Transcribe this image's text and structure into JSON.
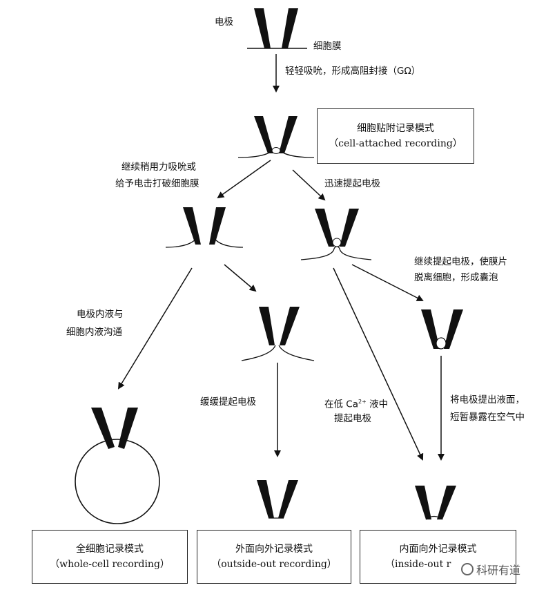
{
  "labels": {
    "electrode": "电极",
    "membrane": "细胞膜",
    "gentle_suction": "轻轻吸吮，形成高阻封接（GΩ）",
    "break_line1": "继续稍用力吸吮或",
    "break_line2": "给予电击打破细胞膜",
    "lift_fast": "迅速提起电极",
    "continue_line1": "继续提起电极，使膜片",
    "continue_line2": "脱离细胞，形成囊泡",
    "fluid_line1": "电极内液与",
    "fluid_line2": "细胞内液沟通",
    "slow_lift": "缓缓提起电极",
    "lowca_pre": "在低 Ca",
    "lowca_sup": "2+",
    "lowca_post": " 液中",
    "lowca_line2": "提起电极",
    "air_line1": "将电极提出液面，",
    "air_line2": "短暂暴露在空气中"
  },
  "boxes": {
    "cell_attached": {
      "title": "细胞贴附记录模式",
      "subtitle": "（cell-attached recording）"
    },
    "whole_cell": {
      "title": "全细胞记录模式",
      "subtitle": "（whole-cell recording）"
    },
    "outside_out": {
      "title": "外面向外记录模式",
      "subtitle": "（outside-out recording）"
    },
    "inside_out": {
      "title": "内面向外记录模式",
      "subtitle": "（inside-out r"
    }
  },
  "watermark": {
    "text": "科研有道",
    "icon": "wechat-icon"
  }
}
